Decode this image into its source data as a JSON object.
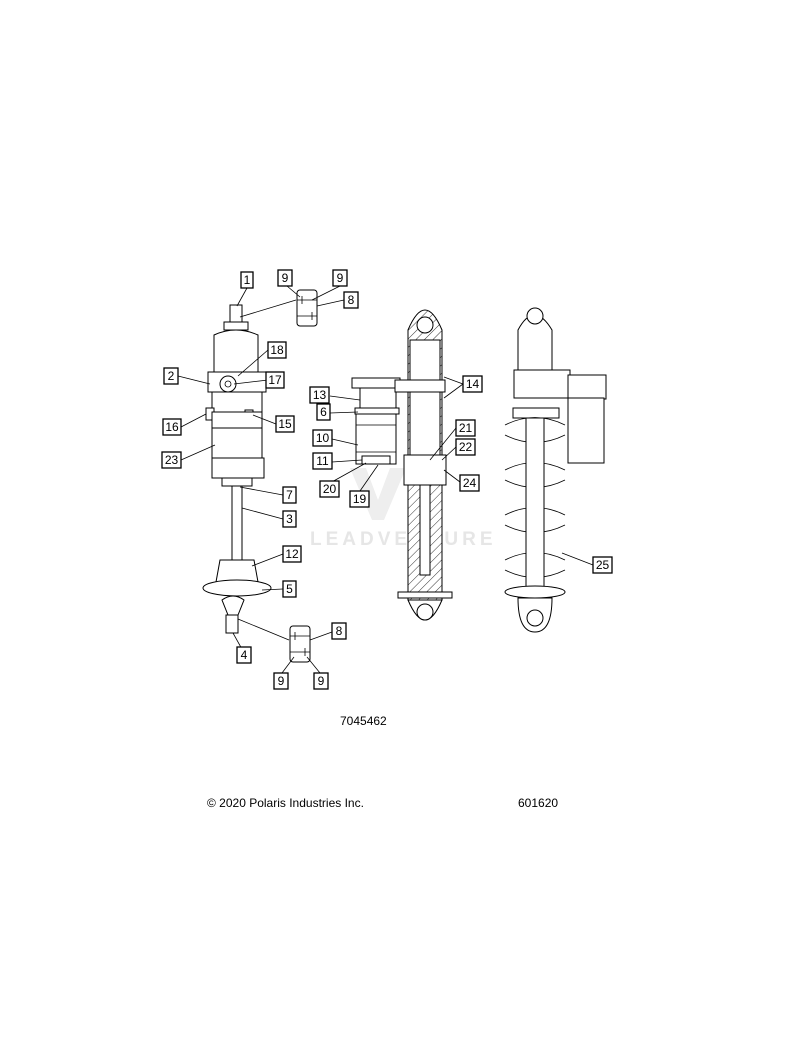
{
  "diagram_number": "7045462",
  "copyright": "© 2020 Polaris Industries Inc.",
  "page_code": "601620",
  "watermark": "LEADVENTURE",
  "callouts": {
    "c1": "1",
    "c9a": "9",
    "c9b": "9",
    "c8a": "8",
    "c18": "18",
    "c2": "2",
    "c17": "17",
    "c16": "16",
    "c15": "15",
    "c23": "23",
    "c7": "7",
    "c3": "3",
    "c12": "12",
    "c5": "5",
    "c4": "4",
    "c8b": "8",
    "c9c": "9",
    "c9d": "9",
    "c13": "13",
    "c6": "6",
    "c10": "10",
    "c11": "11",
    "c20": "20",
    "c19": "19",
    "c14": "14",
    "c21": "21",
    "c22": "22",
    "c24": "24",
    "c25": "25"
  }
}
